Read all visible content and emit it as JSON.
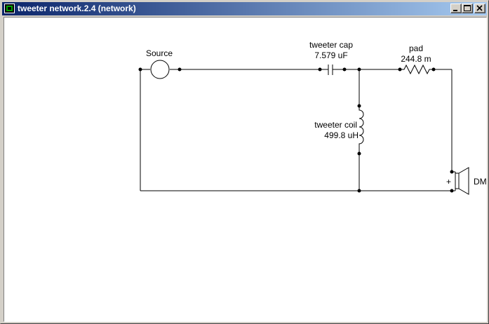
{
  "window": {
    "title": "tweeter network.2.4 (network)",
    "controls": {
      "minimize": "minimize",
      "maximize": "maximize",
      "close": "close"
    }
  },
  "schematic": {
    "source": {
      "label": "Source"
    },
    "capacitor": {
      "name": "tweeter cap",
      "value": "7.579 uF"
    },
    "resistor": {
      "name": "pad",
      "value": "244.8 m"
    },
    "inductor": {
      "name": "tweeter coil",
      "value": "499.8 uH"
    },
    "speaker": {
      "label": "DM",
      "polarity": "+"
    }
  },
  "colors": {
    "titlebar_start": "#0a246a",
    "titlebar_end": "#a6caf0",
    "canvas": "#ffffff",
    "wire": "#000000"
  }
}
